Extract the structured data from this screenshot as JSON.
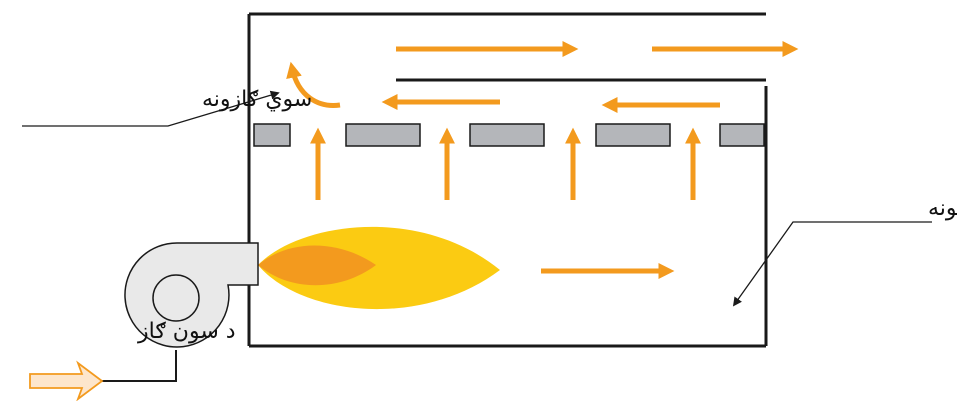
{
  "labels": {
    "burned_gas": "سوي ګازونه",
    "furnace": "د اورخونه",
    "fuel_gas": "د سون ګاز"
  },
  "colors": {
    "outline": "#1a1a1a",
    "arrow": "#f39a1e",
    "flame_outer": "#fbcb12",
    "flame_inner": "#f39a1e",
    "baffle_fill": "#b4b6ba",
    "blower_fill": "#e9e9e9",
    "inlet_arrow_fill": "#fde6cc",
    "inlet_arrow_stroke": "#f39a1e"
  },
  "icons": {
    "blower": "centrifugal-blower-icon",
    "inlet": "inlet-arrow-icon"
  }
}
